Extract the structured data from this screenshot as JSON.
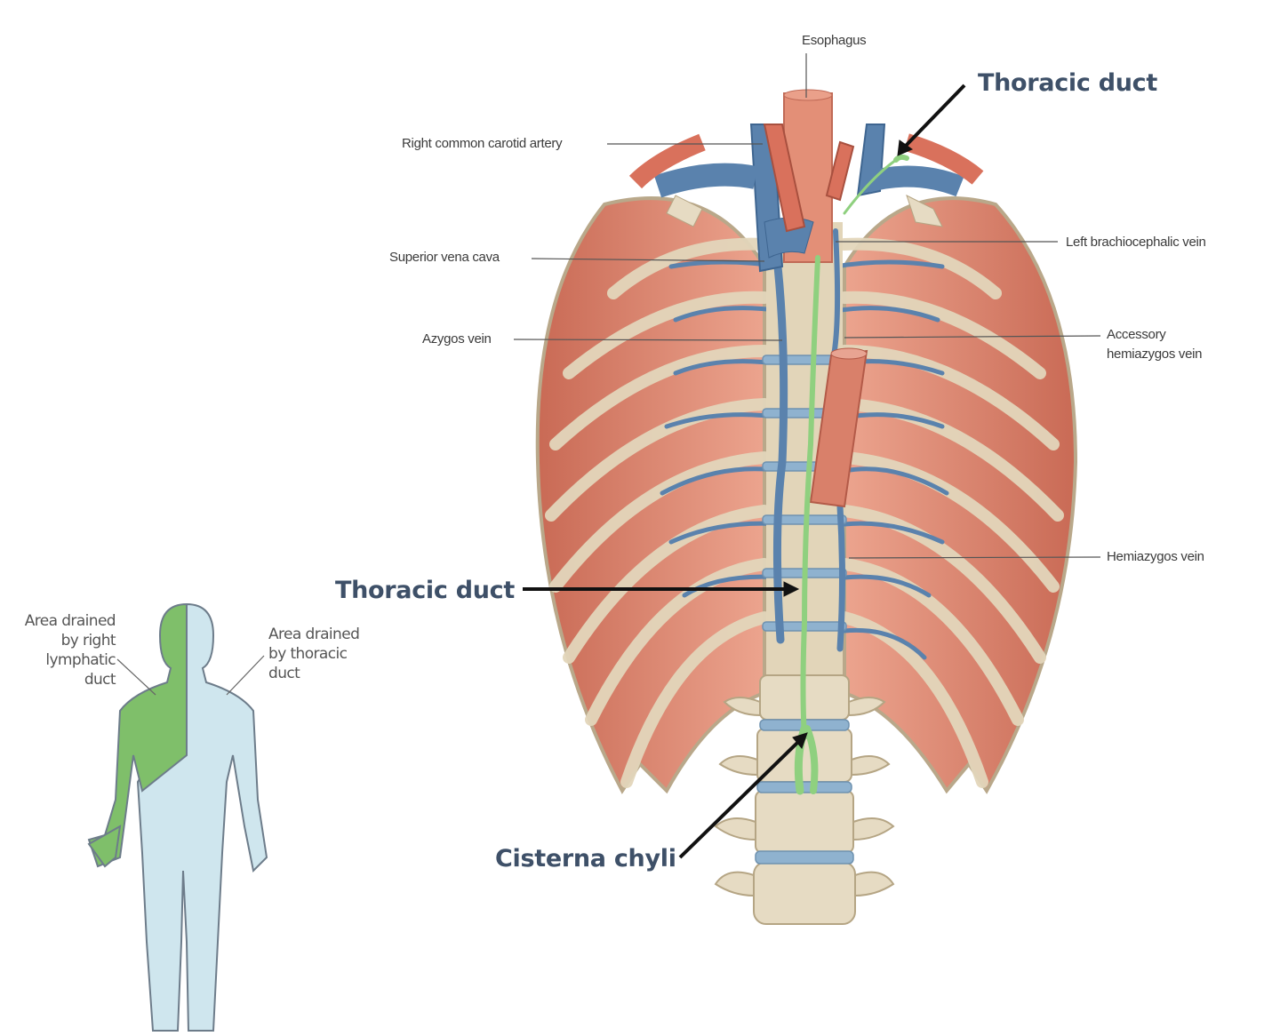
{
  "figure": {
    "callouts": {
      "thoracic_duct_top": "Thoracic duct",
      "thoracic_duct_mid": "Thoracic duct",
      "cisterna_chyli": "Cisterna chyli"
    },
    "labels": {
      "esophagus": "Esophagus",
      "right_common_carotid": "Right common carotid artery",
      "superior_vena_cava": "Superior vena cava",
      "azygos_vein": "Azygos vein",
      "left_brachiocephalic": "Left brachiocephalic vein",
      "accessory_hemiazygos_1": "Accessory",
      "accessory_hemiazygos_2": "hemiazygos vein",
      "hemiazygos_vein": "Hemiazygos vein"
    },
    "body_figure": {
      "right_lymphatic": [
        "Area drained",
        "by right",
        "lymphatic",
        "duct"
      ],
      "thoracic": [
        "Area drained",
        "by thoracic",
        "duct"
      ]
    },
    "colors": {
      "muscle": "#e08a72",
      "bone": "#e6dbc3",
      "vein": "#5a82ad",
      "artery": "#d9715c",
      "lymph": "#8fd07f",
      "right_drain": "#7fbf6a",
      "thoracic_drain": "#cfe6ee",
      "callout_text": "#3e5068"
    }
  }
}
